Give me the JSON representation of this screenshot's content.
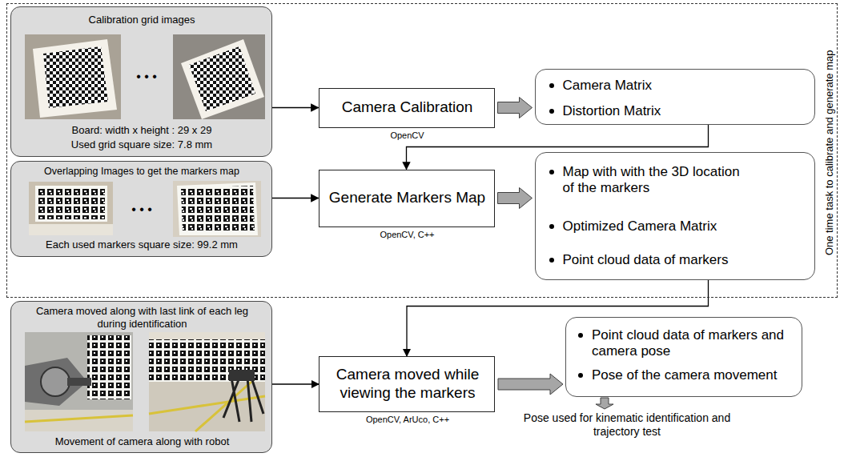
{
  "diagram": {
    "nodes": [
      {
        "text": [
          "One time task to calibrate and generate map"
        ]
      },
      {
        "text": [
          "Calibration grid images",
          "Board: width x height : 29 x 29",
          "Used grid square size: 7.8 mm"
        ],
        "in": 0
      },
      {
        "text": [
          "Camera Calibration",
          "OpenCV"
        ],
        "in": 0
      },
      {
        "text": [
          "Camera Matrix",
          "Distortion Matrix"
        ],
        "in": 0
      },
      {
        "text": [
          "Overlapping Images to get the markers map",
          "Each used markers square size: 99.2 mm"
        ],
        "in": 0
      },
      {
        "text": [
          "Generate Markers Map",
          "OpenCV, C++"
        ],
        "in": 0
      },
      {
        "text": [
          "Map with with the 3D location of the markers",
          "Optimized Camera Matrix",
          "Point cloud data of markers"
        ],
        "in": 0
      },
      {
        "text": [
          "Camera moved along with last link of each leg during identification",
          "Movement of camera along with robot"
        ]
      },
      {
        "text": [
          "Camera moved while viewing the markers",
          "OpenCV, ArUco, C++"
        ]
      },
      {
        "text": [
          "Point cloud data of markers and camera pose",
          "Pose of the camera movement"
        ]
      }
    ],
    "edges": [
      {
        "from": 1,
        "to": 2,
        "arrow": "to"
      },
      {
        "from": 2,
        "to": 3,
        "arrow": "to"
      },
      {
        "from": 3,
        "to": 5,
        "arrow": "to"
      },
      {
        "from": 4,
        "to": 5,
        "arrow": "to"
      },
      {
        "from": 5,
        "to": 6,
        "arrow": "to"
      },
      {
        "from": 6,
        "to": 8,
        "arrow": "to"
      },
      {
        "from": 7,
        "to": 8,
        "arrow": "to"
      },
      {
        "from": 8,
        "to": 9,
        "arrow": "to"
      }
    ],
    "labels": [
      "• • •",
      "• • •",
      "Pose used for kinematic identification and trajectory test"
    ]
  }
}
